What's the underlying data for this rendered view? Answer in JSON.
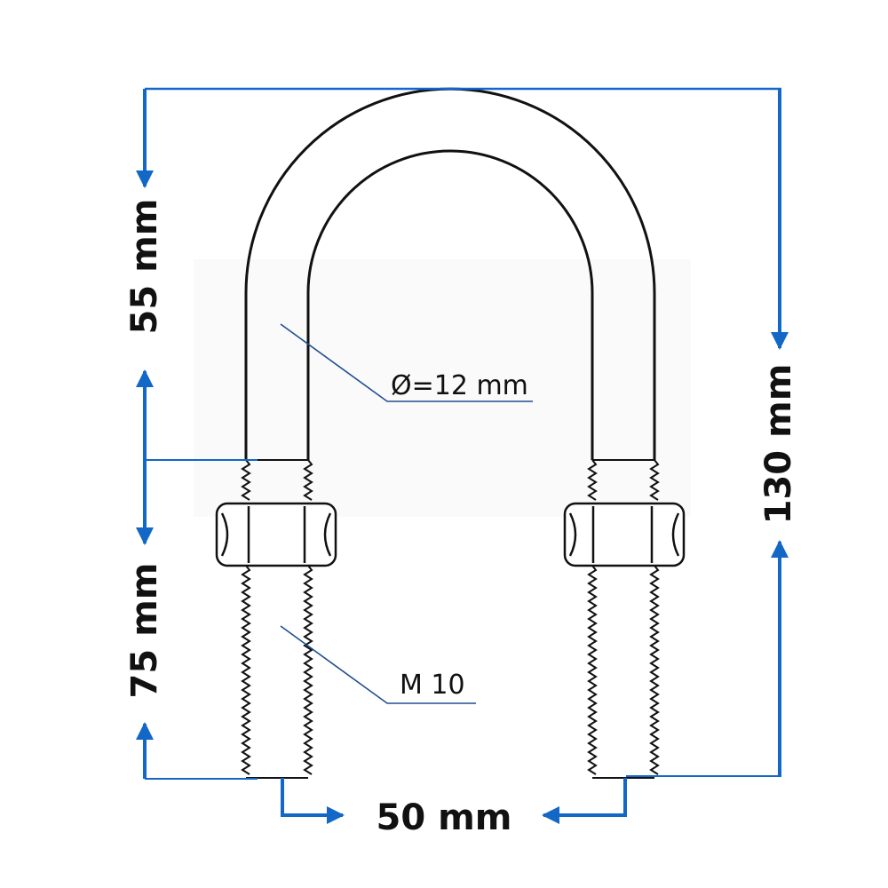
{
  "labels": {
    "top_height": "55 mm",
    "bottom_height": "75 mm",
    "total_height": "130 mm",
    "width": "50 mm",
    "diameter": "Ø=12 mm",
    "thread": "M 10"
  },
  "colors": {
    "dimension": "#1267c7",
    "outline": "#111111",
    "leader": "#1f4f8f"
  }
}
